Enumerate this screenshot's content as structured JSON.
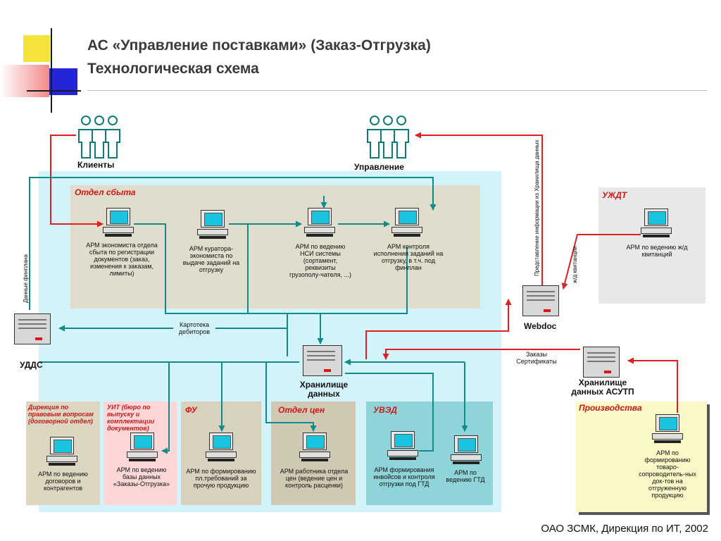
{
  "title": {
    "line1": "АС «Управление поставками» (Заказ-Отгрузка)",
    "line2": "Технологическая схема"
  },
  "footer": "ОАО ЗСМК, Дирекция по ИТ, 2002",
  "actors": {
    "clients": "Клиенты",
    "management": "Управление"
  },
  "departments": {
    "sales": "Отдел сбыта",
    "uzhdt": "УЖДТ",
    "legal": "Дирекция по правовым вопросам (договорной отдел)",
    "uit": "УИТ (бюро по выпуску и комплектации документов)",
    "fu": "ФУ",
    "prices": "Отдел цен",
    "uved": "УВЭД",
    "production": "Производства"
  },
  "servers": {
    "uds": "УДДС",
    "warehouse": "Хранилище данных",
    "webdoc": "Webdoc",
    "asutp": "Хранилище данных АСУТП"
  },
  "workstations": {
    "sales_economist": "АРМ экономиста отдела сбыта по регистрации документов (заказ, изменения к заказам, лимиты)",
    "curator": "АРМ куратора-экономиста по выдаче заданий на отгрузку",
    "nsi": "АРМ по ведению НСИ системы (сортамент, реквизиты грузополу-чателя, ...)",
    "shipment_control": "АРМ контроля исполнения заданий на отгрузку, в т.ч. под финплан",
    "uzhdt": "АРМ по ведению ж/д квитанций",
    "contracts": "АРМ по ведению договоров и контрагентов",
    "orders_db": "АРМ по ведению базы данных «Заказы-Отгрузка»",
    "fu": "АРМ по формированию пл.требований за прочую продукцию",
    "prices": "АРМ работника отдела цен (ведение цен и контроль расценки)",
    "invoices": "АРМ формирования инвойсов и контроля отгрузки под ГТД",
    "gtd": "АРМ по ведению ГТД",
    "production": "АРМ по формированию товаро-сопроводитель-ных док-тов на отгруженную продукцию"
  },
  "flows": {
    "finplan": "Данные финплана",
    "debtors": "Картотека дебиторов",
    "reporting": "Представление информации из Хранилища данных",
    "rail_receipts": "ж/д квитанции",
    "orders_certs": "Заказы Сертификаты"
  },
  "colors": {
    "cyan_bg": "#d3f3fb",
    "sales_bg": "#e1ddcc",
    "legal_bg": "#ddd7c2",
    "uit_bg": "#fdd7d7",
    "fu_bg": "#d7d1bd",
    "prices_bg": "#cfc8b2",
    "uved_bg": "#8fd4d8",
    "uzhdt_bg": "#e8e8e8",
    "production_bg": "#fbf8c8",
    "red_arrow": "#e02020",
    "teal_arrow": "#0e8c8c",
    "dept_title": "#d01818"
  }
}
